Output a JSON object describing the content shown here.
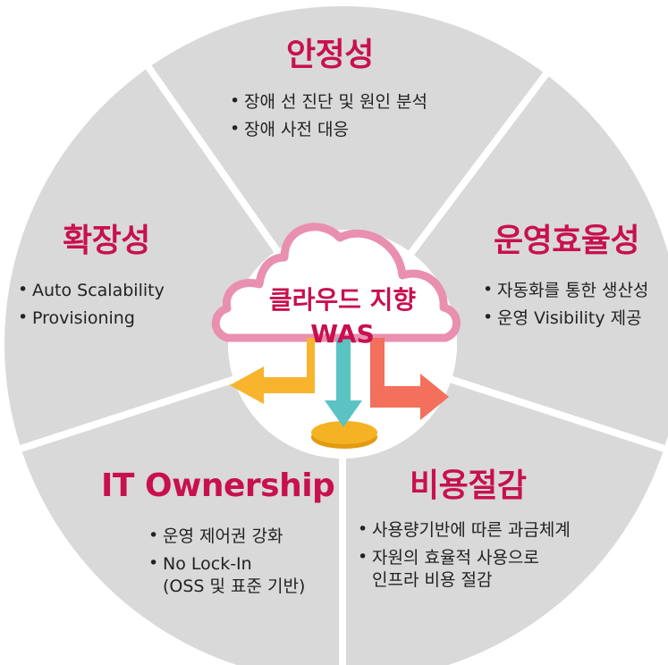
{
  "colors": {
    "segment_fill": "#d9d9d9",
    "title_color": "#c8104f",
    "cloud_stroke": "#e98fb0",
    "arrow_left": "#f7b42c",
    "arrow_down": "#5bc3c4",
    "arrow_right": "#f2705c",
    "disk_fill": "#f5b324"
  },
  "center": {
    "line1": "클라우드 지향",
    "line2": "WAS",
    "icons": {
      "cloud": "cloud-icon",
      "left_arrow": "arrow-left-icon",
      "down_arrow": "arrow-down-icon",
      "right_arrow": "arrow-right-icon",
      "disk": "disk-icon"
    }
  },
  "segments": {
    "stability": {
      "title": "안정성",
      "items": [
        "장애 선 진단 및 원인 분석",
        "장애 사전 대응"
      ]
    },
    "efficiency": {
      "title": "운영효율성",
      "items": [
        "자동화를 통한 생산성",
        "운영 Visibility 제공"
      ]
    },
    "cost": {
      "title": "비용절감",
      "items": [
        "사용량기반에 따른 과금체계",
        "자원의 효율적 사용으로"
      ],
      "item2_cont": "인프라 비용 절감"
    },
    "ownership": {
      "title": "IT Ownership",
      "items": [
        "운영 제어권 강화",
        "No Lock-In"
      ],
      "item2_cont": "(OSS 및 표준 기반)"
    },
    "scalability": {
      "title": "확장성",
      "items": [
        "Auto Scalability",
        "Provisioning"
      ]
    }
  }
}
